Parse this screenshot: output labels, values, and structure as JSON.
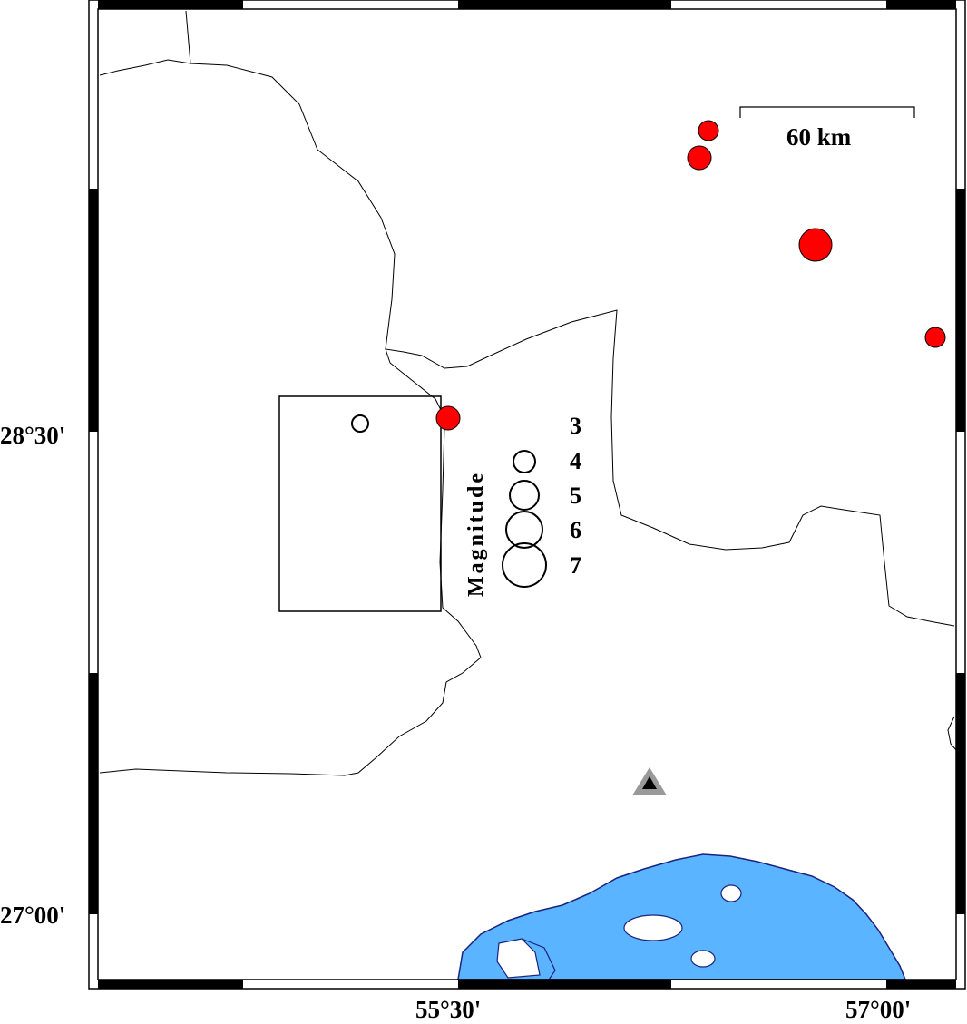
{
  "axes": {
    "lat_labels": [
      "28°30'",
      "27°00'"
    ],
    "lon_labels": [
      "55°30'",
      "57°00'"
    ]
  },
  "scale_bar": {
    "label": "60 km"
  },
  "legend": {
    "title": "Magnitude",
    "entries": [
      "3",
      "4",
      "5",
      "6",
      "7"
    ]
  },
  "colors": {
    "event": "#ff0000",
    "water": "#5ab4ff",
    "coast": "#1a237e",
    "border": "#000000",
    "station": "#999999",
    "station_inner": "#000000"
  },
  "map_features": {
    "earthquake_events": 6,
    "station_symbol": "triangle-icon",
    "water_body": "Persian Gulf"
  }
}
